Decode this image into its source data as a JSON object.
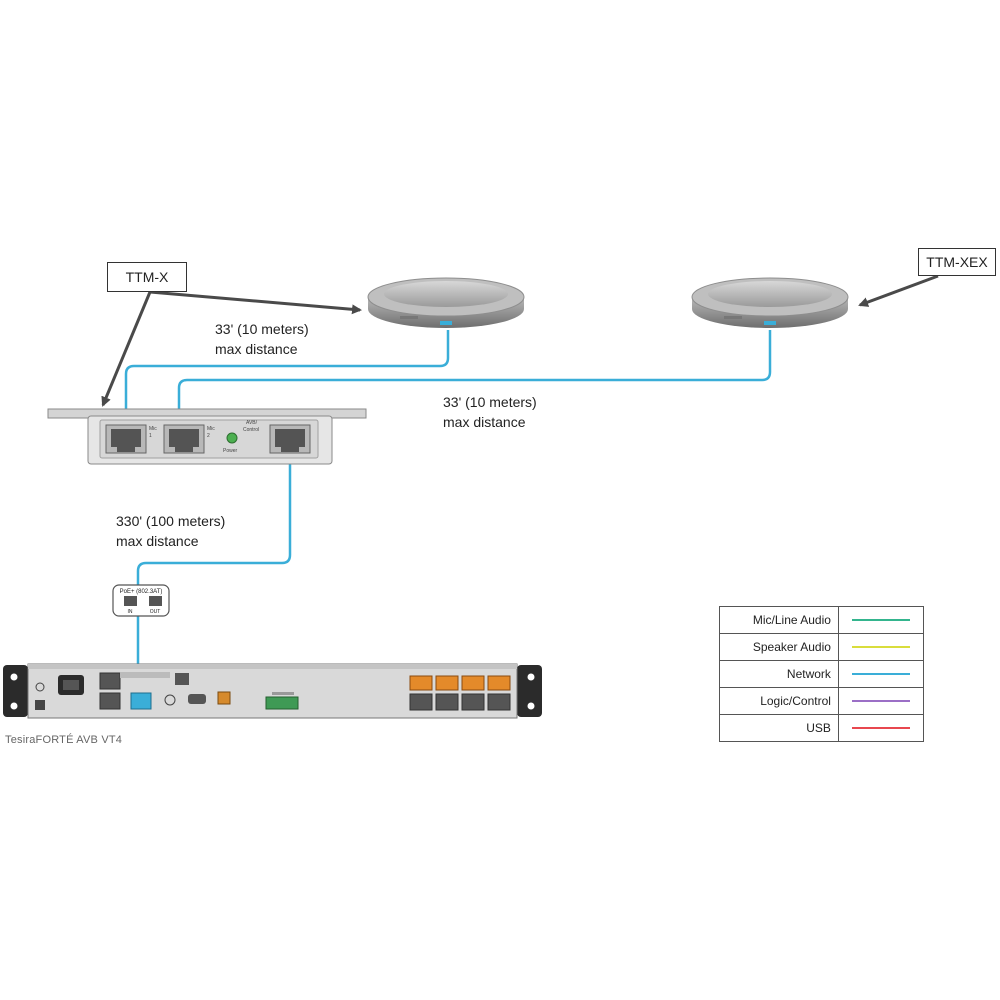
{
  "callouts": {
    "ttm_x": "TTM-X",
    "ttm_xex": "TTM-XEX"
  },
  "distances": {
    "mic1": [
      "33' (10 meters)",
      "max distance"
    ],
    "mic2": [
      "33' (10 meters)",
      "max distance"
    ],
    "network": [
      "330' (100 meters)",
      "max distance"
    ]
  },
  "interface_box": {
    "port1_label": "Mic\n1",
    "port2_label": "Mic\n2",
    "port3_label": "AVB/\nControl",
    "led_label": "Power"
  },
  "poe_injector": {
    "title": "PoE+ (802.3AT)",
    "in_label": "IN",
    "out_label": "OUT"
  },
  "rack_unit": {
    "caption": "TesiraFORTÉ AVB VT4"
  },
  "colors": {
    "network": "#3aaed8",
    "arrow": "#4a4a4a",
    "device_body": "#e6e6e6",
    "device_outline": "#888888"
  },
  "legend": [
    {
      "label": "Mic/Line Audio",
      "color": "#34b58e"
    },
    {
      "label": "Speaker Audio",
      "color": "#d9dd3c"
    },
    {
      "label": "Network",
      "color": "#3aaed8"
    },
    {
      "label": "Logic/Control",
      "color": "#9b6fc6"
    },
    {
      "label": "USB",
      "color": "#e8474f"
    }
  ]
}
